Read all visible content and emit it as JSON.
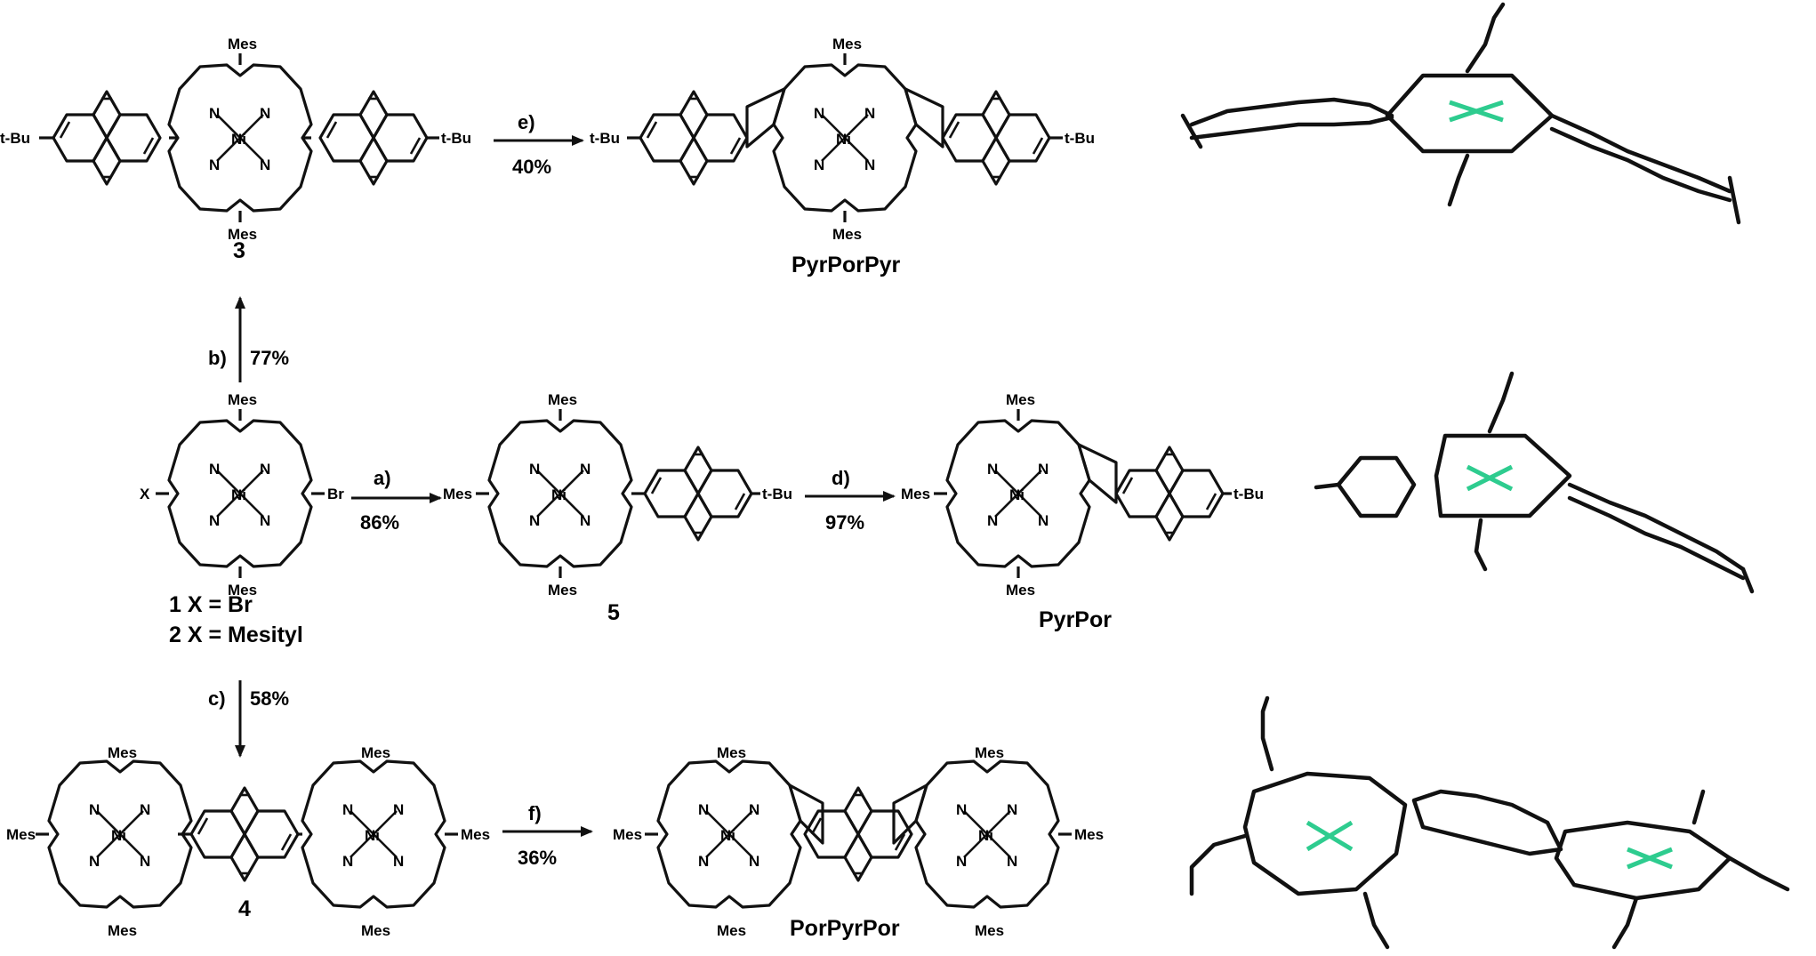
{
  "colors": {
    "porphyrin_orange": "#f9ac5f",
    "porphyrin_blue": "#57aeea",
    "porphyrin_green": "#a3e11a",
    "porphyrin_red": "#eb3b3b",
    "xray_blue": "#b9ddf5",
    "xray_green": "#cdec8f",
    "xray_red": "#f4a3a3",
    "xray_grey": "#f1f1f1",
    "ni_center": "#2ecc8f"
  },
  "labels": {
    "mes": "Mes",
    "ni": "Ni",
    "n": "N",
    "tbu_left": "t-Bu",
    "tbu_right": "t-Bu",
    "x": "X",
    "br": "Br"
  },
  "compounds": {
    "c3": "3",
    "c4": "4",
    "c5": "5",
    "pyrporpyr": "PyrPorPyr",
    "pyrpor": "PyrPor",
    "porpyrpor": "PorPyrPor",
    "c1": "1 X = Br",
    "c2": "2 X = Mesityl"
  },
  "reactions": {
    "a_label": "a)",
    "a_yield": "86%",
    "b_label": "b)",
    "b_yield": "77%",
    "c_label": "c)",
    "c_yield": "58%",
    "d_label": "d)",
    "d_yield": "97%",
    "e_label": "e)",
    "e_yield": "40%",
    "f_label": "f)",
    "f_yield": "36%"
  }
}
